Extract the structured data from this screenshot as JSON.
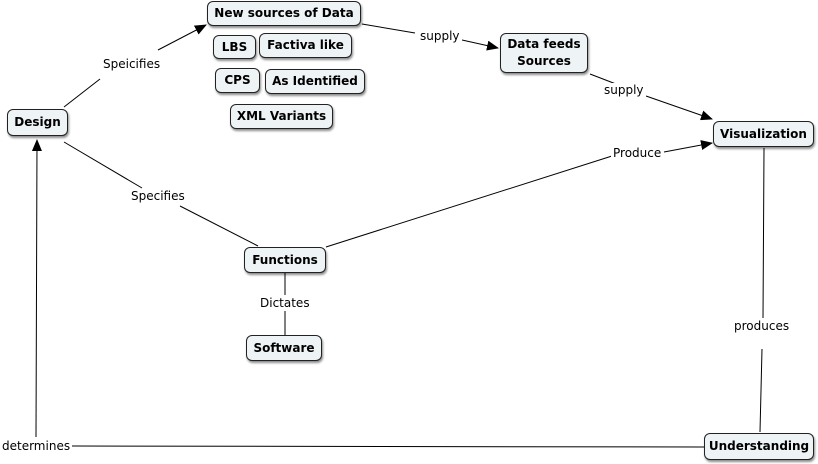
{
  "nodes": {
    "new_sources": "New sources of Data",
    "lbs": "LBS",
    "factiva": "Factiva like",
    "cps": "CPS",
    "as_identified": "As Identified",
    "xml_variants": "XML Variants",
    "data_feeds": "Data feeds\nSources",
    "visualization": "Visualization",
    "design": "Design",
    "functions": "Functions",
    "software": "Software",
    "understanding": "Understanding"
  },
  "links": {
    "speicifies": "Speicifies",
    "supply_1": "supply",
    "supply_2": "supply",
    "specifies": "Specifies",
    "produce": "Produce",
    "dictates": "Dictates",
    "produces": "produces",
    "determines": "determines"
  }
}
